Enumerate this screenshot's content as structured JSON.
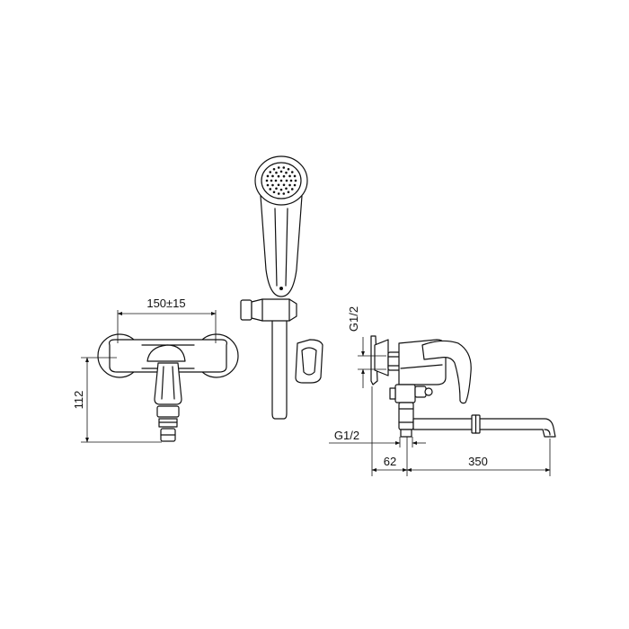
{
  "dimensions": {
    "mixer_width": "150±15",
    "mixer_height": "112",
    "inlet_thread_top": "G1/2",
    "inlet_thread_side": "G1/2",
    "wall_offset": "62",
    "spout_length": "350"
  },
  "colors": {
    "line": "#111111",
    "background": "#ffffff"
  }
}
